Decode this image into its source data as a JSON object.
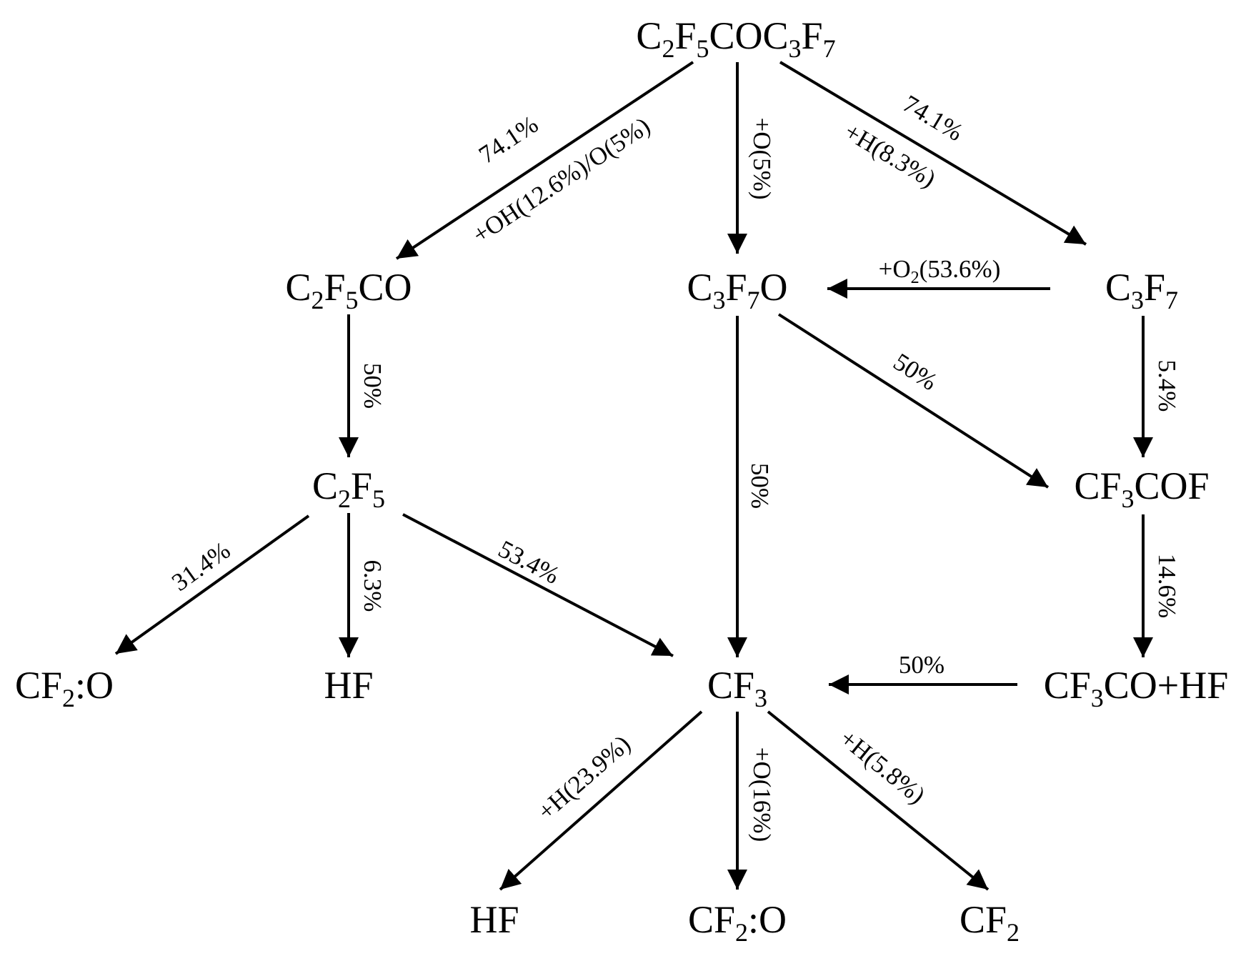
{
  "nodes": {
    "c2f5coc3f7": [
      {
        "t": "C"
      },
      {
        "t": "2",
        "s": true
      },
      {
        "t": "F"
      },
      {
        "t": "5",
        "s": true
      },
      {
        "t": "COC"
      },
      {
        "t": "3",
        "s": true
      },
      {
        "t": "F"
      },
      {
        "t": "7",
        "s": true
      }
    ],
    "c2f5co": [
      {
        "t": "C"
      },
      {
        "t": "2",
        "s": true
      },
      {
        "t": "F"
      },
      {
        "t": "5",
        "s": true
      },
      {
        "t": "CO"
      }
    ],
    "c3f7o": [
      {
        "t": "C"
      },
      {
        "t": "3",
        "s": true
      },
      {
        "t": "F"
      },
      {
        "t": "7",
        "s": true
      },
      {
        "t": "O"
      }
    ],
    "c3f7": [
      {
        "t": "C"
      },
      {
        "t": "3",
        "s": true
      },
      {
        "t": "F"
      },
      {
        "t": "7",
        "s": true
      }
    ],
    "c2f5": [
      {
        "t": "C"
      },
      {
        "t": "2",
        "s": true
      },
      {
        "t": "F"
      },
      {
        "t": "5",
        "s": true
      }
    ],
    "cf3cof": [
      {
        "t": "CF"
      },
      {
        "t": "3",
        "s": true
      },
      {
        "t": "COF"
      }
    ],
    "cf2o_left": [
      {
        "t": "CF"
      },
      {
        "t": "2",
        "s": true
      },
      {
        "t": ":O"
      }
    ],
    "hf_mid": [
      {
        "t": "HF"
      }
    ],
    "cf3": [
      {
        "t": "CF"
      },
      {
        "t": "3",
        "s": true
      }
    ],
    "cf3co_hf": [
      {
        "t": "CF"
      },
      {
        "t": "3",
        "s": true
      },
      {
        "t": "CO+HF"
      }
    ],
    "hf_bottom": [
      {
        "t": "HF"
      }
    ],
    "cf2o_bottom": [
      {
        "t": "CF"
      },
      {
        "t": "2",
        "s": true
      },
      {
        "t": ":O"
      }
    ],
    "cf2": [
      {
        "t": "CF"
      },
      {
        "t": "2",
        "s": true
      }
    ]
  },
  "edges": {
    "top_to_c2f5co": {
      "from": "C2F5COC3F7",
      "to": "C2F5CO",
      "labels": [
        [
          {
            "t": "74.1%"
          }
        ],
        [
          {
            "t": "+OH(12.6%)/O(5%)"
          }
        ]
      ]
    },
    "top_to_c3f7o": {
      "from": "C2F5COC3F7",
      "to": "C3F7O",
      "labels": [
        [
          {
            "t": "+O(5%)"
          }
        ]
      ]
    },
    "top_to_c3f7": {
      "from": "C2F5COC3F7",
      "to": "C3F7",
      "labels": [
        [
          {
            "t": "74.1%"
          }
        ],
        [
          {
            "t": "+H(8.3%)"
          }
        ]
      ]
    },
    "c3f7_to_c3f7o": {
      "from": "C3F7",
      "to": "C3F7O",
      "labels": [
        [
          {
            "t": "+O"
          },
          {
            "t": "2",
            "s": true
          },
          {
            "t": "(53.6%)"
          }
        ]
      ]
    },
    "c2f5co_to_c2f5": {
      "from": "C2F5CO",
      "to": "C2F5",
      "labels": [
        [
          {
            "t": "50%"
          }
        ]
      ]
    },
    "c3f7o_to_cf3": {
      "from": "C3F7O",
      "to": "CF3",
      "labels": [
        [
          {
            "t": "50%"
          }
        ]
      ]
    },
    "c3f7o_to_cf3cof": {
      "from": "C3F7O",
      "to": "CF3COF",
      "labels": [
        [
          {
            "t": "50%"
          }
        ]
      ]
    },
    "c3f7_to_cf3cof": {
      "from": "C3F7",
      "to": "CF3COF",
      "labels": [
        [
          {
            "t": "5.4%"
          }
        ]
      ]
    },
    "c2f5_to_cf2o": {
      "from": "C2F5",
      "to": "CF2:O",
      "labels": [
        [
          {
            "t": "31.4%"
          }
        ]
      ]
    },
    "c2f5_to_hf": {
      "from": "C2F5",
      "to": "HF",
      "labels": [
        [
          {
            "t": "6.3%"
          }
        ]
      ]
    },
    "c2f5_to_cf3": {
      "from": "C2F5",
      "to": "CF3",
      "labels": [
        [
          {
            "t": "53.4%"
          }
        ]
      ]
    },
    "cf3cof_to_cf3cohf": {
      "from": "CF3COF",
      "to": "CF3CO+HF",
      "labels": [
        [
          {
            "t": "14.6%"
          }
        ]
      ]
    },
    "cf3cohf_to_cf3": {
      "from": "CF3CO+HF",
      "to": "CF3",
      "labels": [
        [
          {
            "t": "50%"
          }
        ]
      ]
    },
    "cf3_to_hf": {
      "from": "CF3",
      "to": "HF",
      "labels": [
        [
          {
            "t": "+H(23.9%)"
          }
        ]
      ]
    },
    "cf3_to_cf2o": {
      "from": "CF3",
      "to": "CF2:O",
      "labels": [
        [
          {
            "t": "+O(16%)"
          }
        ]
      ]
    },
    "cf3_to_cf2": {
      "from": "CF3",
      "to": "CF2",
      "labels": [
        [
          {
            "t": "+H(5.8%)"
          }
        ]
      ]
    }
  }
}
